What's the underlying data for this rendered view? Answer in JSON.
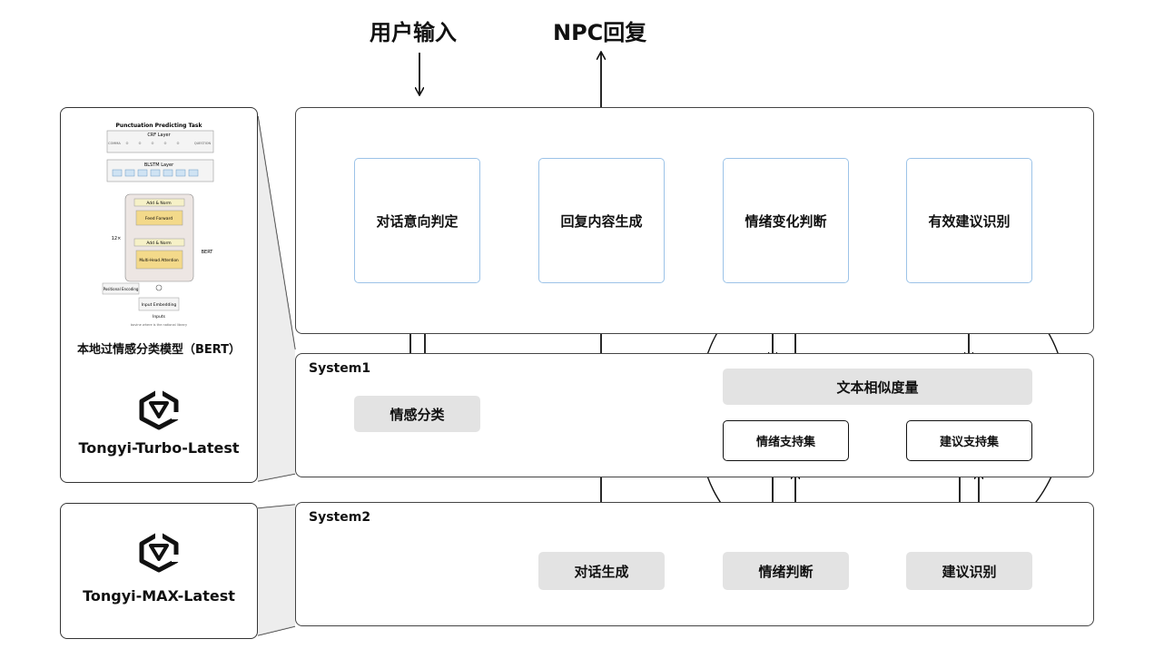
{
  "top": {
    "input": "用户输入",
    "output": "NPC回复"
  },
  "system_labels": {
    "s1": "System1",
    "s2": "System2"
  },
  "main_nodes": {
    "intent": "对话意向判定",
    "reply": "回复内容生成",
    "emotion_change": "情绪变化判断",
    "suggestion": "有效建议识别"
  },
  "system1": {
    "sentiment": "情感分类",
    "similarity": "文本相似度量",
    "emotion_set": "情绪支持集",
    "suggest_set": "建议支持集"
  },
  "system2": {
    "dialog": "对话生成",
    "emotion": "情绪判断",
    "suggest": "建议识别"
  },
  "left": {
    "bert_caption": "本地过情感分类模型（BERT）",
    "model1": "Tongyi-Turbo-Latest",
    "model2": "Tongyi-MAX-Latest",
    "bert_fig": {
      "title": "Punctuation Predicting Task",
      "crf": "CRF Layer",
      "blstm": "BLSTM Layer",
      "add_norm": "Add & Norm",
      "ff": "Feed Forward",
      "mha": "Multi-Head Attention",
      "pos": "Positional Encoding",
      "input_emb": "Input Embedding",
      "inputs": "Inputs",
      "repeat": "12×",
      "bert": "BERT",
      "crf_labels": [
        "COMMA",
        "O",
        "O",
        "O",
        "O",
        "O",
        "QUESTION"
      ],
      "input_text": "bovine where is the national library"
    }
  },
  "colors": {
    "node_border": "#9cc3e8",
    "gray_box": "#e3e3e3",
    "bert_block": "#f3d98a"
  }
}
